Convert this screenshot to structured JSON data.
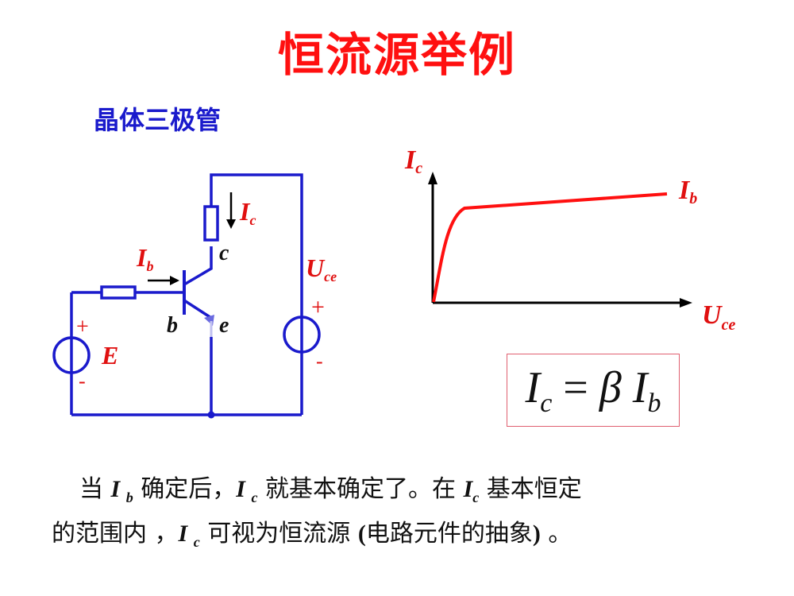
{
  "slide": {
    "title": "恒流源举例",
    "subtitle": "晶体三极管"
  },
  "circuit": {
    "ib": "I",
    "ib_sub": "b",
    "ic": "I",
    "ic_sub": "c",
    "c": "c",
    "b": "b",
    "e": "e",
    "E": "E",
    "uce": "U",
    "uce_sub": "ce",
    "plus": "+",
    "minus": "-"
  },
  "graph": {
    "yaxis": "I",
    "yaxis_sub": "c",
    "xaxis": "U",
    "xaxis_sub": "ce",
    "curve": "I",
    "curve_sub": "b"
  },
  "formula": {
    "lhs": "I",
    "lhs_sub": "c",
    "eq": "=",
    "beta": "β",
    "rhs": "I",
    "rhs_sub": "b"
  },
  "text": {
    "l1_a": "当",
    "l1_v1": "I",
    "l1_v1_sub": "b",
    "l1_b": "确定后，",
    "l1_v2": "I",
    "l1_v2_sub": "c",
    "l1_c": "就基本确定了。在",
    "l1_v3": "I",
    "l1_v3_sub": "c",
    "l1_d": "基本恒定",
    "l2_a": "的范围内 ，",
    "l2_v": "I",
    "l2_v_sub": "c",
    "l2_b": "可视为恒流源",
    "l2_c": "(",
    "l2_d": "电路元件的抽象",
    "l2_e": ")",
    "l2_f": " 。"
  }
}
